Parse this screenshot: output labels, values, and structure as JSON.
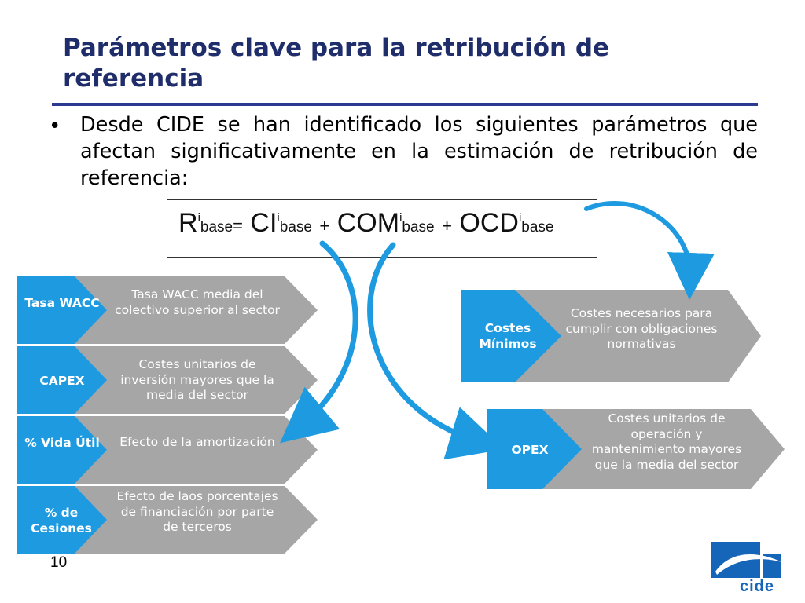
{
  "title": "Parámetros clave para la retribución de referencia",
  "bullet": "Desde CIDE se han identificado los siguientes parámetros que afectan significativamente en la estimación de retribución de referencia:",
  "formula": {
    "r": "R",
    "r_sup": "i",
    "r_sub": "base",
    "eq": "=",
    "ci": "CI",
    "ci_sup": "i",
    "ci_sub": "base",
    "plus": "+",
    "com": "COM",
    "com_sup": "i",
    "com_sub": "base",
    "ocd": "OCD",
    "ocd_sup": "i",
    "ocd_sub": "base"
  },
  "left_items": [
    {
      "tag": "Tasa WACC",
      "desc": "Tasa WACC media del colectivo superior al sector"
    },
    {
      "tag": "CAPEX",
      "desc": "Costes unitarios de inversión mayores que la media del sector"
    },
    {
      "tag": "% Vida Útil",
      "desc": "Efecto de la amortización"
    },
    {
      "tag": "% de Cesiones",
      "desc": "Efecto de laos porcentajes de financiación por parte de terceros"
    }
  ],
  "right_items": [
    {
      "tag": "Costes Mínimos",
      "desc": "Costes necesarios para cumplir con obligaciones normativas"
    },
    {
      "tag": "OPEX",
      "desc": "Costes unitarios de operación y mantenimiento mayores que la media del sector"
    }
  ],
  "page_number": "10",
  "logo_text": "cide",
  "colors": {
    "accent_blue": "#1e9be0",
    "chevron_gray": "#a6a6a6",
    "title_navy": "#1f2d6b",
    "rule": "#2b3990",
    "logo_blue": "#1565b8"
  }
}
